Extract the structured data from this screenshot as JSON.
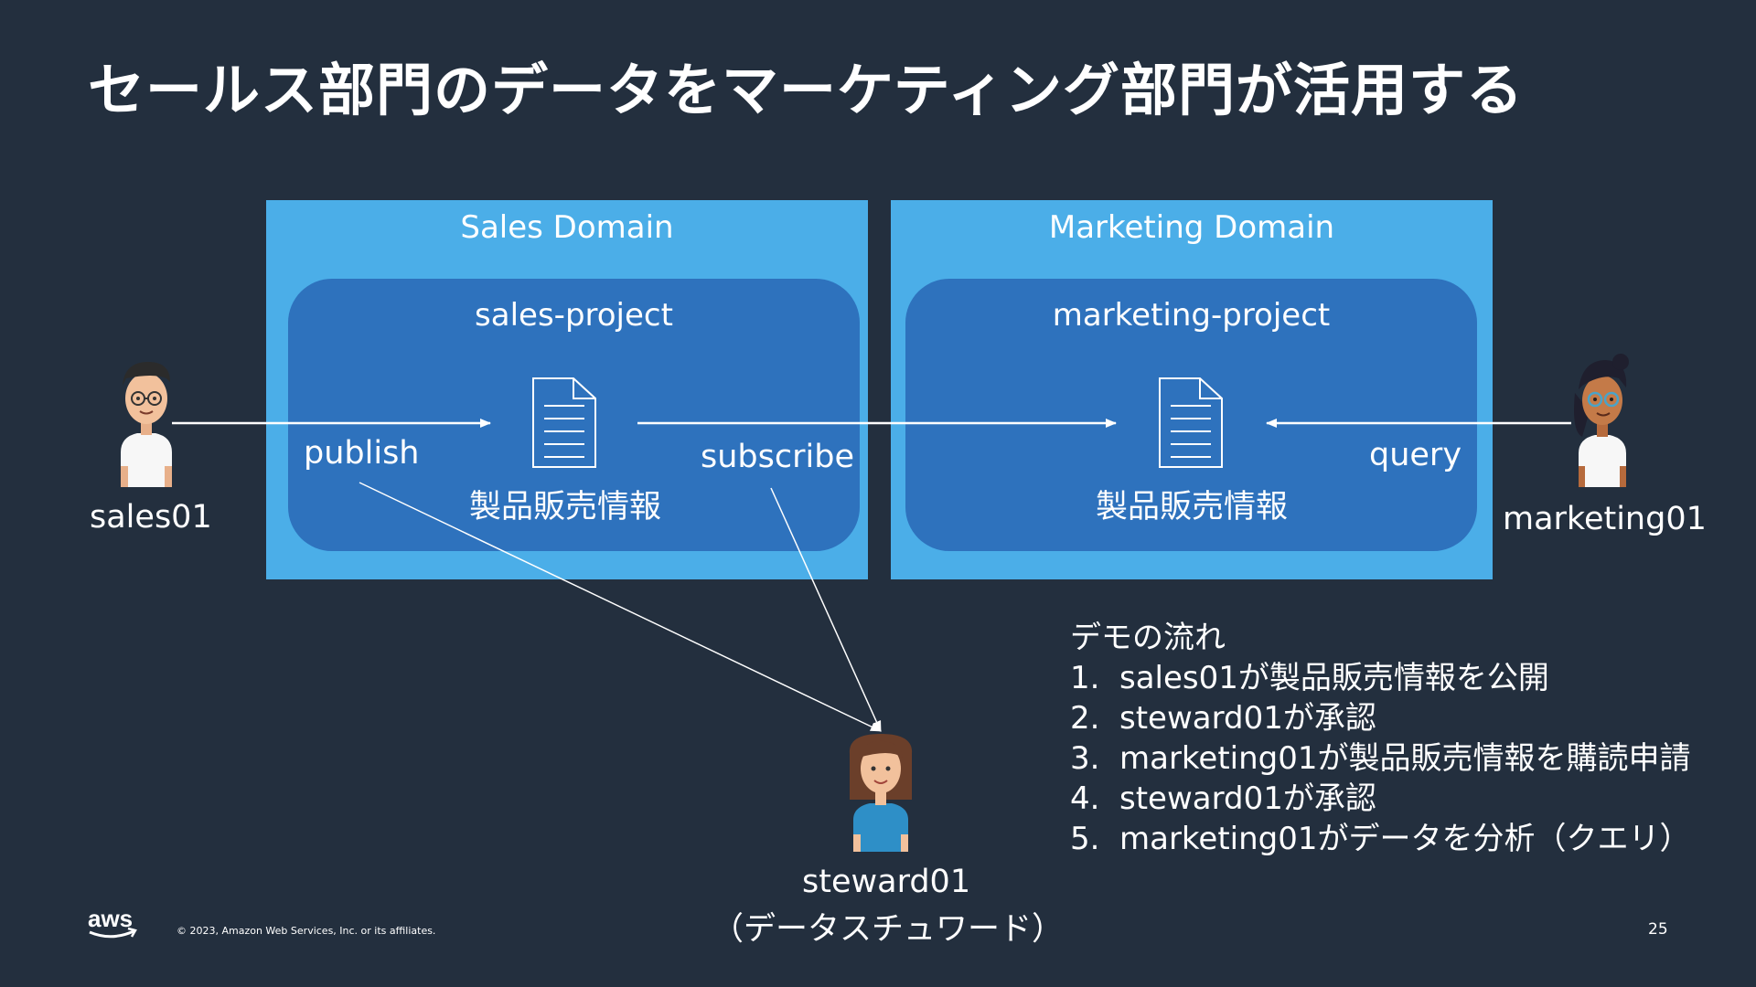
{
  "slide": {
    "title": "セールス部門のデータをマーケティング部門が活用する",
    "page_number": "25",
    "copyright": "© 2023, Amazon Web Services, Inc. or its affiliates.",
    "logo_text": "aws"
  },
  "domains": {
    "sales": {
      "label": "Sales Domain",
      "project": "sales-project",
      "asset": "製品販売情報"
    },
    "marketing": {
      "label": "Marketing Domain",
      "project": "marketing-project",
      "asset": "製品販売情報"
    }
  },
  "people": {
    "sales": "sales01",
    "marketing": "marketing01",
    "steward": "steward01",
    "steward_role": "（データスチュワード）"
  },
  "actions": {
    "publish": "publish",
    "subscribe": "subscribe",
    "query": "query"
  },
  "steps": {
    "title": "デモの流れ",
    "items": [
      {
        "num": "1.",
        "text": "sales01が製品販売情報を公開"
      },
      {
        "num": "2.",
        "text": "steward01が承認"
      },
      {
        "num": "3.",
        "text": "marketing01が製品販売情報を購読申請"
      },
      {
        "num": "4.",
        "text": "steward01が承認"
      },
      {
        "num": "5.",
        "text": "marketing01がデータを分析（クエリ）"
      }
    ]
  },
  "colors": {
    "background": "#232f3e",
    "domain": "#4baee8",
    "project": "#2e72bd",
    "text": "#ffffff",
    "aws_orange": "#ff9900"
  }
}
